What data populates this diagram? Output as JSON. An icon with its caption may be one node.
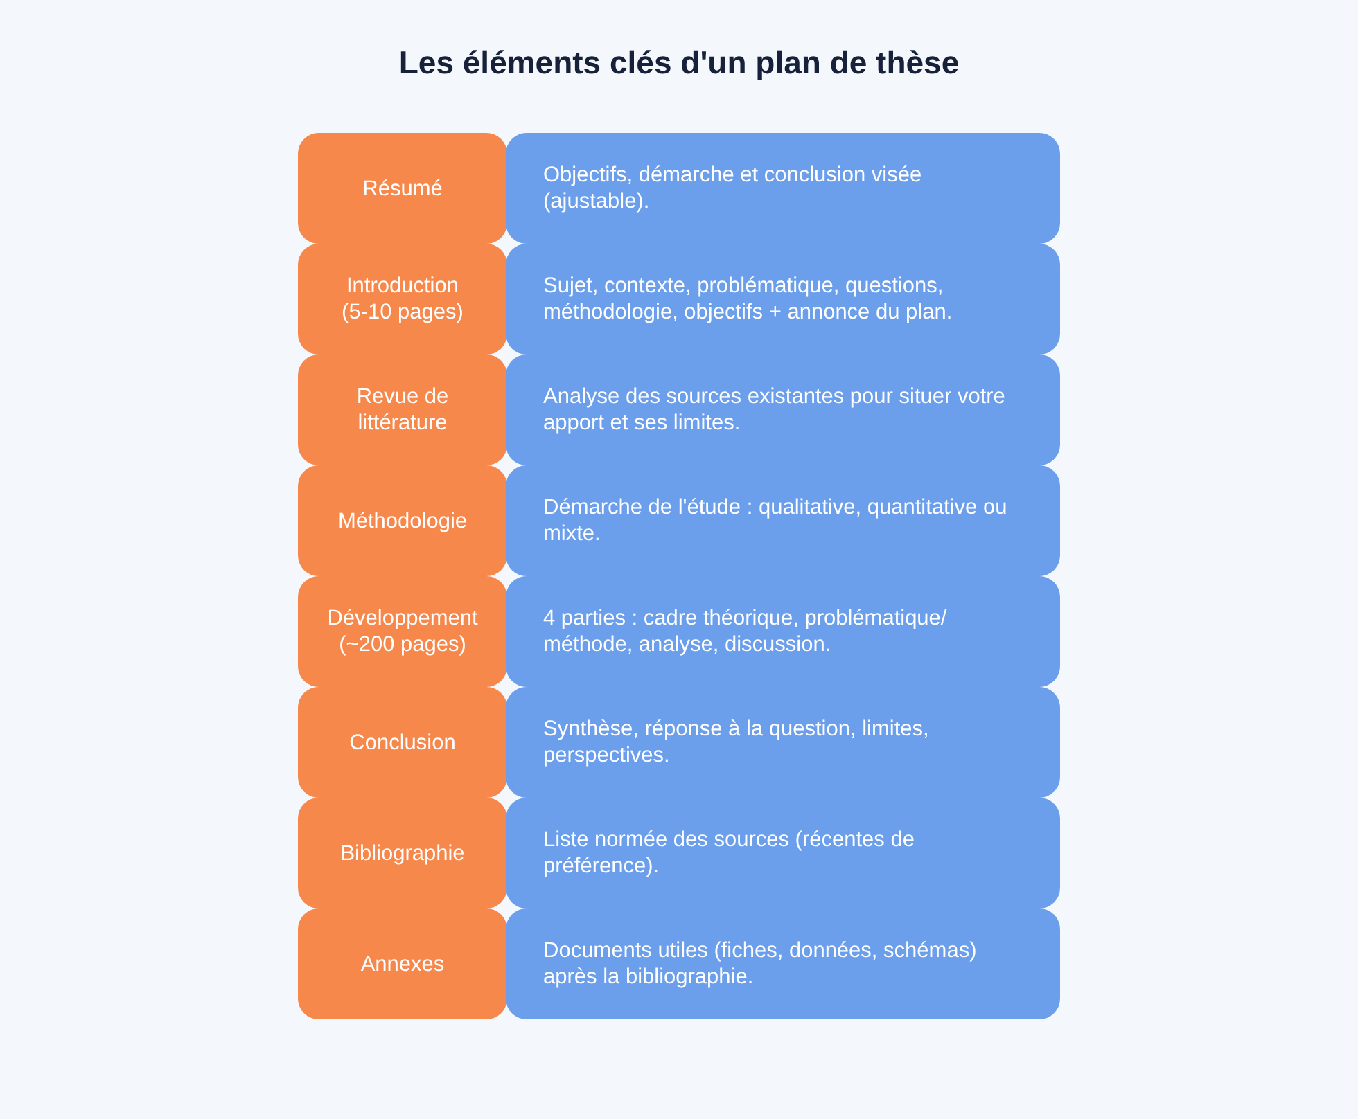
{
  "diagram": {
    "title": "Les éléments clés d'un plan de thèse",
    "nodes": [
      {
        "text": [
          "Résumé"
        ]
      },
      {
        "text": [
          "Objectifs, démarche et conclusion visée (ajustable)."
        ]
      },
      {
        "text": [
          "Introduction (5-10 pages)"
        ]
      },
      {
        "text": [
          "Sujet, contexte, problématique, questions, méthodologie, objectifs + annonce du plan."
        ]
      },
      {
        "text": [
          "Revue de littérature"
        ]
      },
      {
        "text": [
          "Analyse des sources existantes pour situer votre apport et ses limites."
        ]
      },
      {
        "text": [
          "Méthodologie"
        ]
      },
      {
        "text": [
          "Démarche de l'étude : qualitative, quantitative ou mixte."
        ]
      },
      {
        "text": [
          "Développement (~200 pages)"
        ]
      },
      {
        "text": [
          "4 parties : cadre théorique, problématique/ méthode, analyse, discussion."
        ]
      },
      {
        "text": [
          "Conclusion"
        ]
      },
      {
        "text": [
          "Synthèse, réponse à la question, limites, perspectives."
        ]
      },
      {
        "text": [
          "Bibliographie"
        ]
      },
      {
        "text": [
          "Liste normée des sources (récentes de préférence)."
        ]
      },
      {
        "text": [
          "Annexes"
        ]
      },
      {
        "text": [
          "Documents utiles (fiches, données, schémas) après la bibliographie."
        ]
      }
    ]
  }
}
